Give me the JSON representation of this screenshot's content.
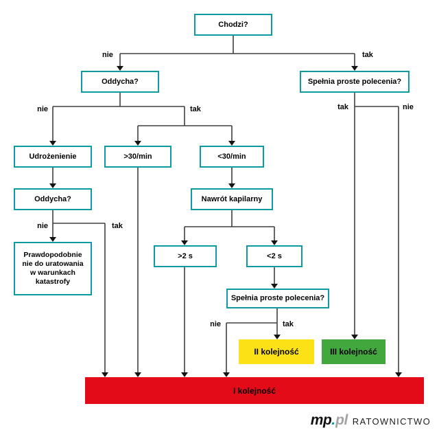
{
  "colors": {
    "box_border_teal": "#0d9aa1",
    "connector_gray": "#3f3f3f",
    "arrow_black": "#141414",
    "priority1_red": "#e30b17",
    "priority2_yellow": "#fbe116",
    "priority3_green": "#42a83e",
    "logo_teal": "#00a0a6"
  },
  "nodes": {
    "chodzi": "Chodzi?",
    "oddycha_top": "Oddycha?",
    "spelnia_right": "Spełnia proste polecenia?",
    "udroznienie": "Udrożenienie",
    "gt30": ">30/min",
    "lt30": "<30/min",
    "oddycha_left": "Oddycha?",
    "nawrot": "Nawrót kapilarny",
    "nie_do_uratowania": [
      "Prawdopodobnie",
      "nie do uratowania",
      "w warunkach",
      "katastrofy"
    ],
    "gt2s": ">2 s",
    "lt2s": "<2 s",
    "spelnia_mid": "Spełnia proste polecenia?",
    "priority_2": "II kolejność",
    "priority_3": "III kolejność",
    "priority_1": "I kolejność"
  },
  "edge_labels": {
    "tak": "tak",
    "nie": "nie"
  },
  "logo": {
    "mp": "mp",
    "dot": ".",
    "pl": "pl",
    "brand": "RATOWNICTWO"
  }
}
